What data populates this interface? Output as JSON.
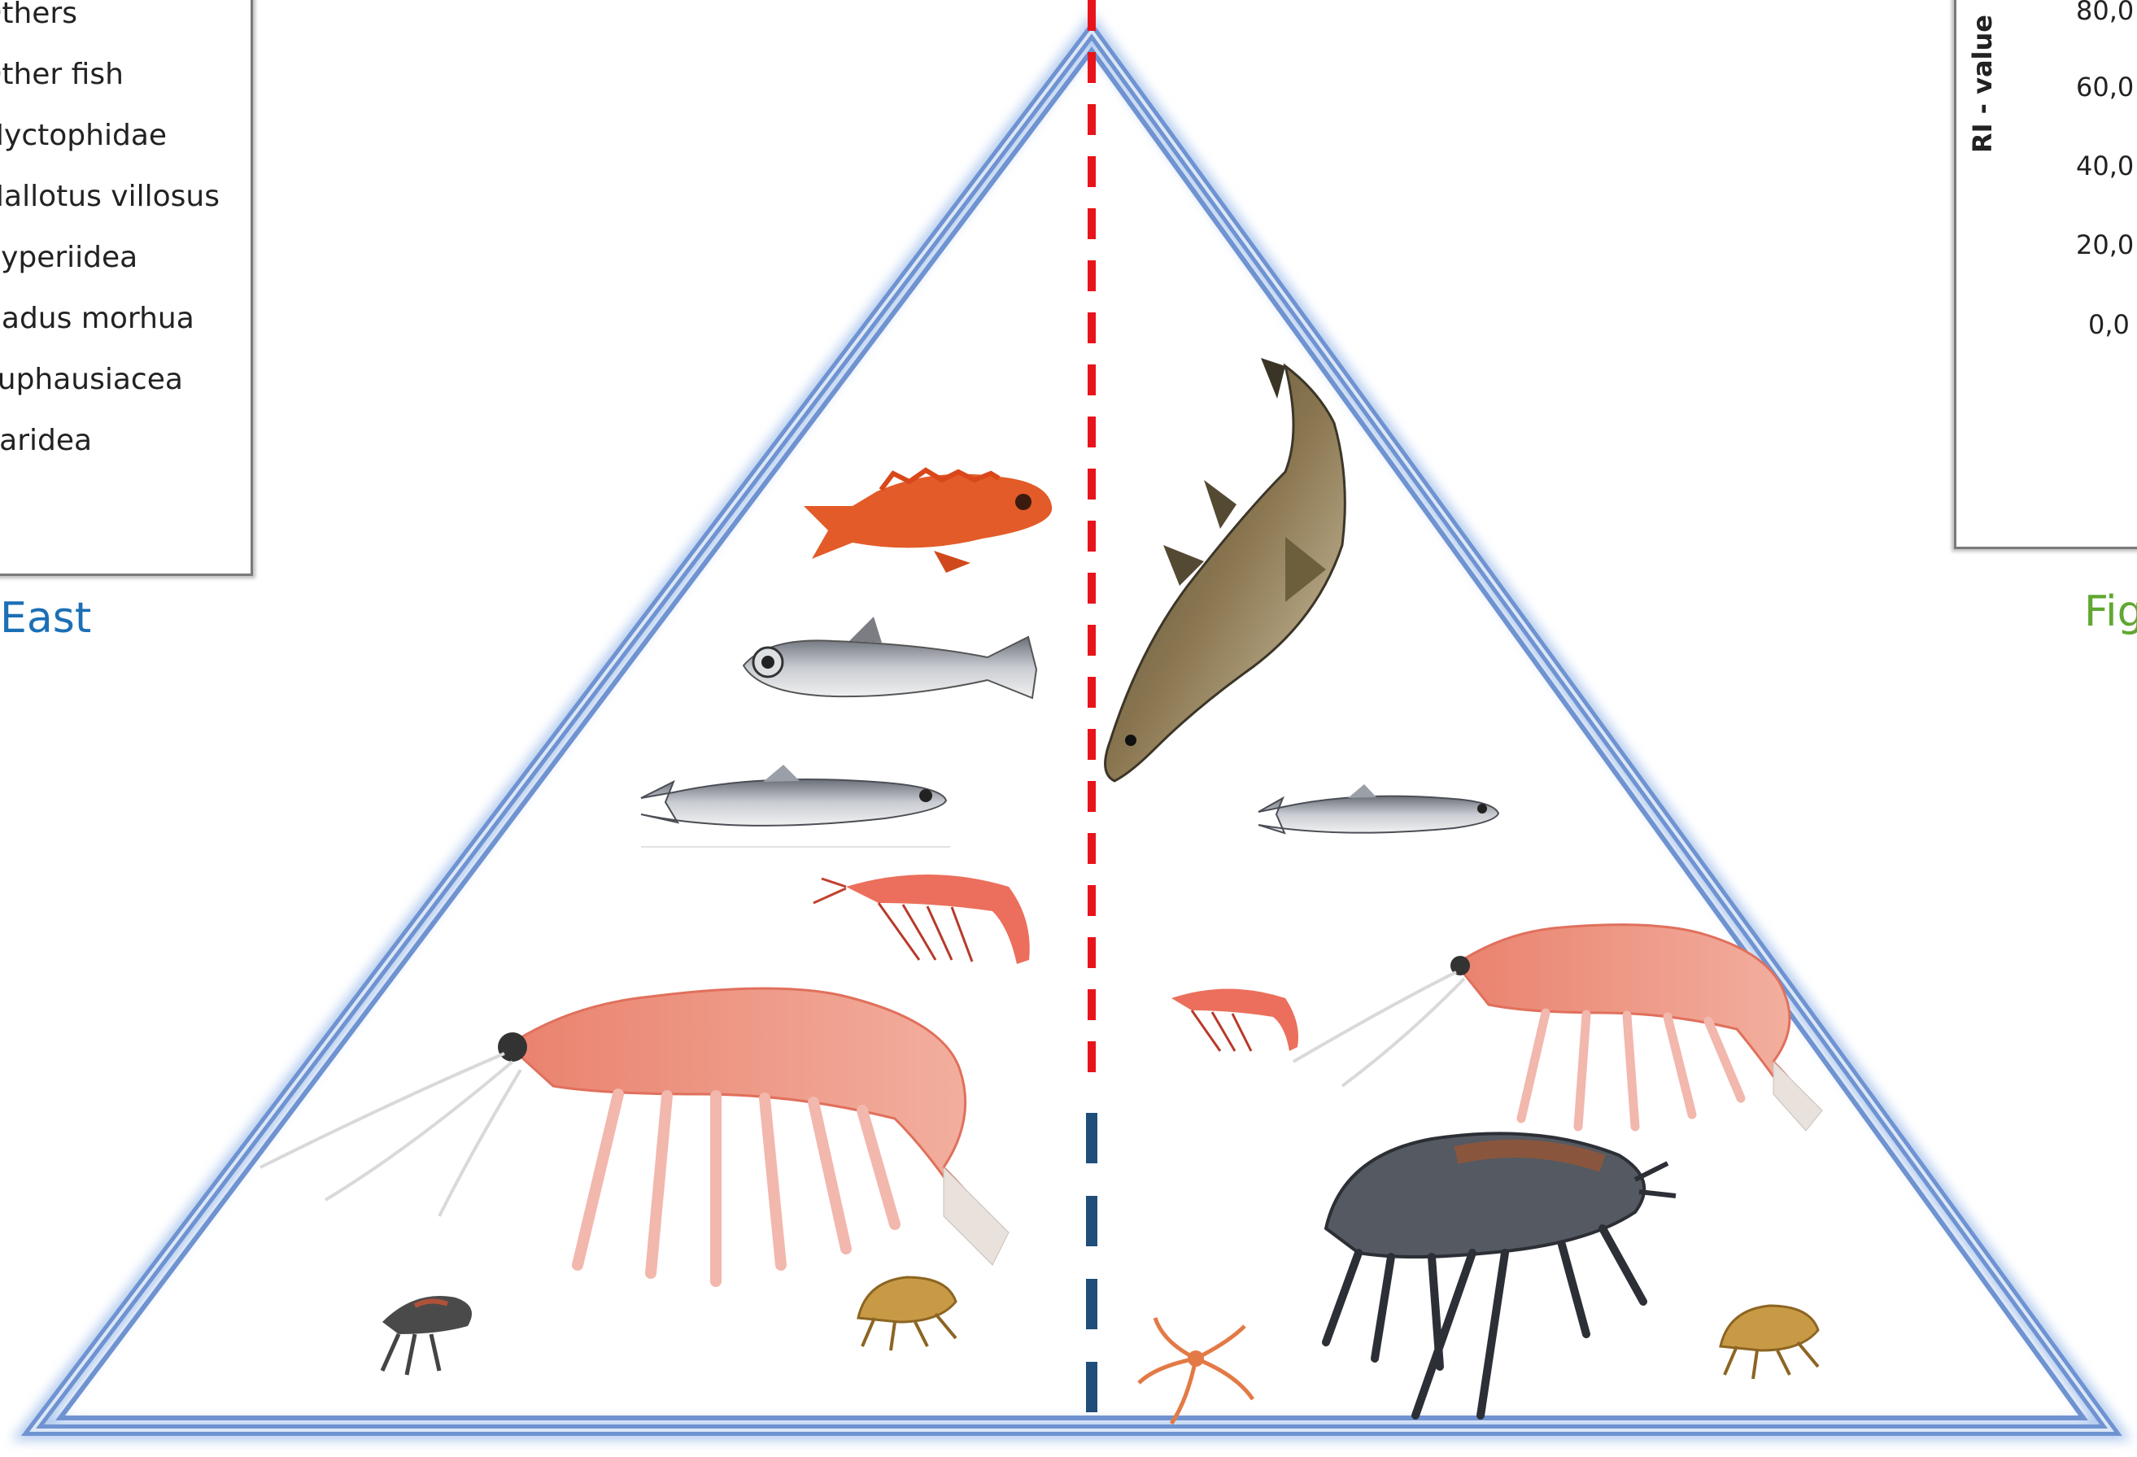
{
  "legend": {
    "items": [
      "Others",
      "Other fish",
      "Myctophidae",
      "Mallotus villosus",
      "Hyperiidea",
      "Gadus morhua",
      "Euphausiacea",
      "Caridea"
    ]
  },
  "regions": {
    "left_label": "East",
    "right_label": "Figu"
  },
  "chart": {
    "y_axis_label": "RI - value",
    "ticks": [
      "80,0",
      "60,0",
      "40,0",
      "20,0",
      "0,0"
    ]
  },
  "colors": {
    "pyramid_blue": "#5b86c9",
    "divider_red": "#e8141b",
    "divider_navy": "#1f4e7a",
    "east_label": "#1b6fb5",
    "figu_label": "#5fa832"
  },
  "organisms": {
    "left": [
      "redfish",
      "lanternfish",
      "capelin",
      "shrimp",
      "krill",
      "amphipod",
      "amphipod-small"
    ],
    "right": [
      "cod",
      "capelin",
      "shrimp",
      "krill",
      "gammarid-amphipod",
      "brittle-star",
      "amphipod-small"
    ]
  }
}
